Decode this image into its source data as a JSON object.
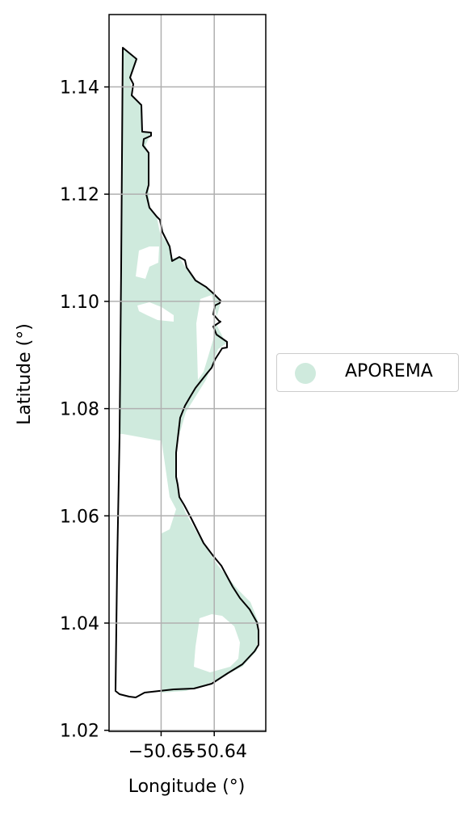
{
  "chart_data": {
    "type": "map",
    "xlabel": "Longitude (°)",
    "ylabel": "Latitude (°)",
    "x_ticks": [
      {
        "value": -50.65,
        "label": "−50.65"
      },
      {
        "value": -50.64,
        "label": "−50.64"
      }
    ],
    "y_ticks": [
      {
        "value": 1.02,
        "label": "1.02"
      },
      {
        "value": 1.04,
        "label": "1.04"
      },
      {
        "value": 1.06,
        "label": "1.06"
      },
      {
        "value": 1.08,
        "label": "1.08"
      },
      {
        "value": 1.1,
        "label": "1.10"
      },
      {
        "value": 1.12,
        "label": "1.12"
      },
      {
        "value": 1.14,
        "label": "1.14"
      }
    ],
    "xlim": [
      -50.6598,
      -50.6303
    ],
    "ylim": [
      1.0198,
      1.1535
    ],
    "grid": true,
    "legend": {
      "placement": "outside-right",
      "entries": [
        {
          "label": "APOREMA",
          "color": "#cfeadd"
        }
      ]
    },
    "region_color": "#cfeadd",
    "outline_color": "#000000"
  }
}
